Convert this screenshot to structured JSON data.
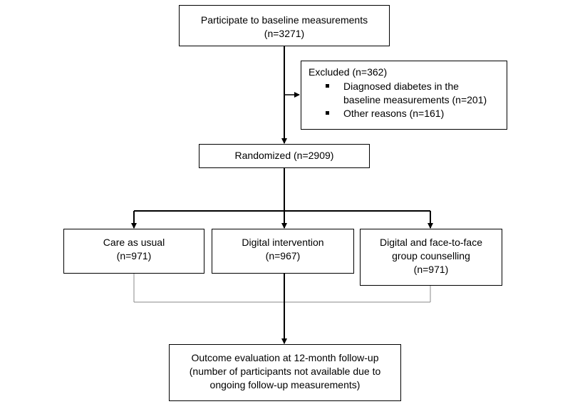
{
  "baseline": {
    "line1": "Participate to baseline measurements",
    "line2": "(n=3271)"
  },
  "excluded": {
    "title": "Excluded (n=362)",
    "items": [
      {
        "line1": "Diagnosed diabetes in the",
        "line2": "baseline measurements (n=201)"
      },
      {
        "line1": "Other reasons (n=161)"
      }
    ]
  },
  "randomized": {
    "label": "Randomized (n=2909)"
  },
  "arms": [
    {
      "line1": "Care as usual",
      "line2": "(n=971)"
    },
    {
      "line1": "Digital intervention",
      "line2": "(n=967)"
    },
    {
      "line1": "Digital and face-to-face",
      "line2": "group counselling",
      "line3": "(n=971)"
    }
  ],
  "outcome": {
    "line1": "Outcome evaluation at 12-month follow-up",
    "line2": "(number of participants not available due to",
    "line3": "ongoing follow-up measurements)"
  }
}
